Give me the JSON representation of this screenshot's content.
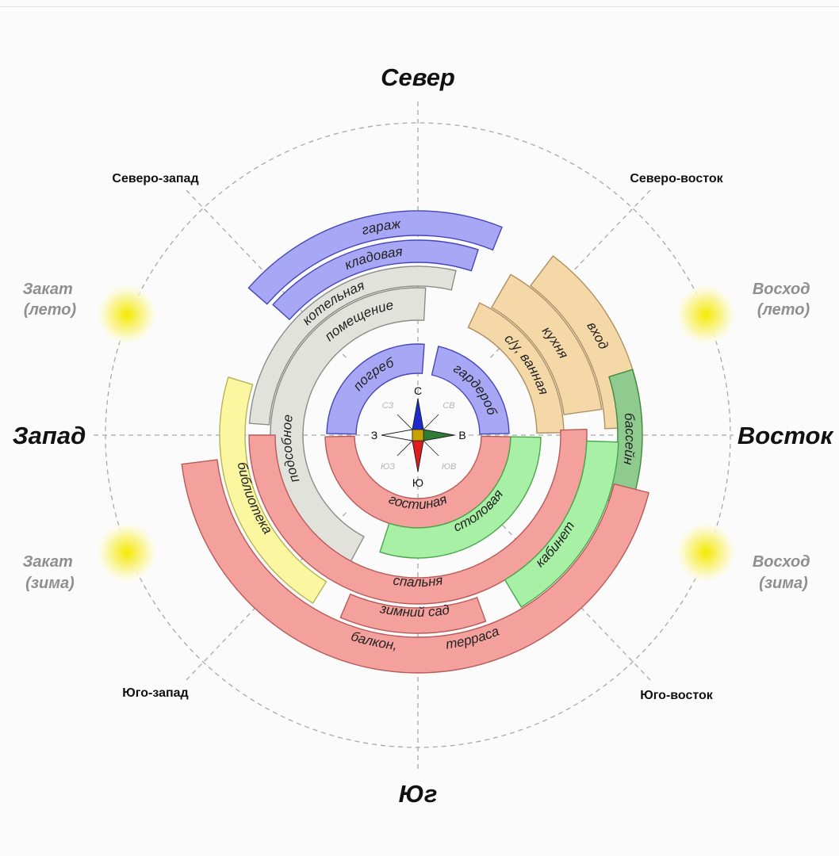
{
  "directions": {
    "north": "Север",
    "south": "Юг",
    "west": "Запад",
    "east": "Восток",
    "northwest": "Северо-запад",
    "northeast": "Северо-восток",
    "southwest": "Юго-запад",
    "southeast": "Юго-восток"
  },
  "sun": {
    "sunset_summer": [
      "Закат",
      "(лето)"
    ],
    "sunrise_summer": [
      "Восход",
      "(лето)"
    ],
    "sunset_winter": [
      "Закат",
      "(зима)"
    ],
    "sunrise_winter": [
      "Восход",
      "(зима)"
    ]
  },
  "compass": {
    "n": "С",
    "s": "Ю",
    "w": "З",
    "e": "В",
    "nw": "СЗ",
    "ne": "СВ",
    "sw": "ЮЗ",
    "se": "ЮВ"
  },
  "rooms": {
    "garazh": "гараж",
    "kladovaya": "кладовая",
    "kotelnaya": "котельная",
    "podsobnoe": "подсобное",
    "pomeshchenie": "помещение",
    "pogreb": "погреб",
    "garderob": "гардероб",
    "vkhod": "вход",
    "kukhnya": "кухня",
    "su_vannaya": "с/у, ванная",
    "basseyn": "бассейн",
    "biblioteka": "библиотека",
    "gostinaya": "гостиная",
    "stolovaya": "столовая",
    "kabinet": "кабинет",
    "spalnya": "спальня",
    "zimniy_sad": "зимний сад",
    "balkon": "балкон,",
    "terrasa": "терраса"
  },
  "colors": {
    "blue": "#a7a7f5",
    "blue_stroke": "#4646b8",
    "gray": "#e2e2dc",
    "gray_stroke": "#8c8c86",
    "orange": "#f4d8a8",
    "orange_stroke": "#b09060",
    "green_dark": "#8fca8f",
    "green_dark_stroke": "#3e8a3e",
    "red": "#f4a09d",
    "red_stroke": "#b85a58",
    "yellow": "#fbf6a0",
    "yellow_stroke": "#b8b25a",
    "green": "#a7f0a5",
    "green_stroke": "#4aa64a"
  }
}
